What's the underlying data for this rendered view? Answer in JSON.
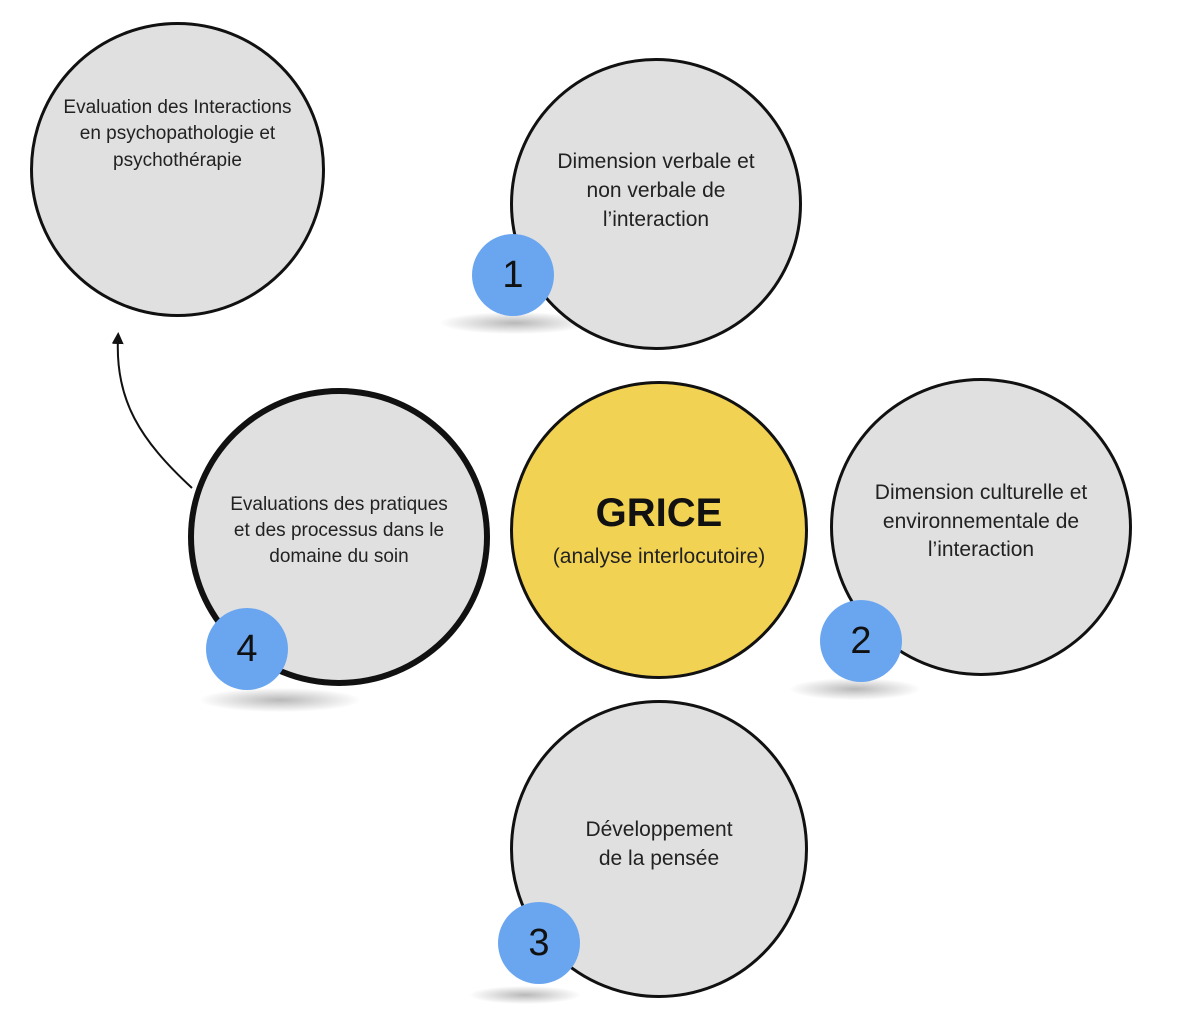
{
  "nodes": {
    "evaluation_interactions": {
      "text": "Evaluation des Interactions\nen psychopathologie et\npsychothérapie"
    },
    "dimension_verbale": {
      "text": "Dimension verbale et\nnon verbale de\nl’interaction",
      "number": "1"
    },
    "evaluations_pratiques": {
      "text": "Evaluations des pratiques\net des processus dans le\ndomaine du soin",
      "number": "4"
    },
    "grice": {
      "title": "GRICE",
      "subtitle": "(analyse interlocutoire)"
    },
    "dimension_culturelle": {
      "text": "Dimension culturelle et\nenvironnementale de\nl’interaction",
      "number": "2"
    },
    "developpement": {
      "text": "Développement\nde la pensée",
      "number": "3"
    }
  },
  "colors": {
    "center_fill": "#f2d253",
    "node_fill": "#e0e0e0",
    "badge_fill": "#6aa6f0",
    "stroke": "#111111"
  }
}
